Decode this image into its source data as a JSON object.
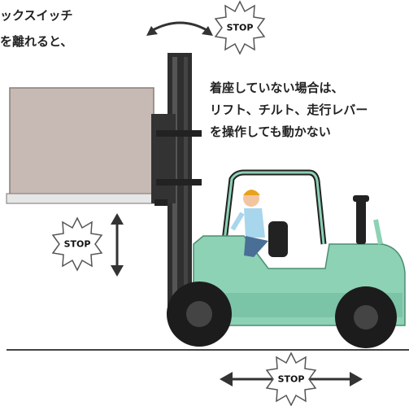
{
  "intro": {
    "line1": "ックスイッチ",
    "line2": "を離れると、"
  },
  "caption": {
    "line1": "着座していない場合は、",
    "line2": "リフト、チルト、走行レバー",
    "line3": "を操作しても動かない"
  },
  "badges": {
    "top": "STOP",
    "left": "STOP",
    "bottom": "STOP"
  },
  "icons": {
    "arrow_curved": "curved-double-arrow-icon",
    "arrow_vertical": "vertical-double-arrow-icon",
    "arrow_horizontal": "horizontal-double-arrow-icon"
  },
  "colors": {
    "forklift_body": "#8ed2b6",
    "mast": "#2f2f2f",
    "load": "#c7b9b4",
    "tire": "#1c1c1c"
  }
}
